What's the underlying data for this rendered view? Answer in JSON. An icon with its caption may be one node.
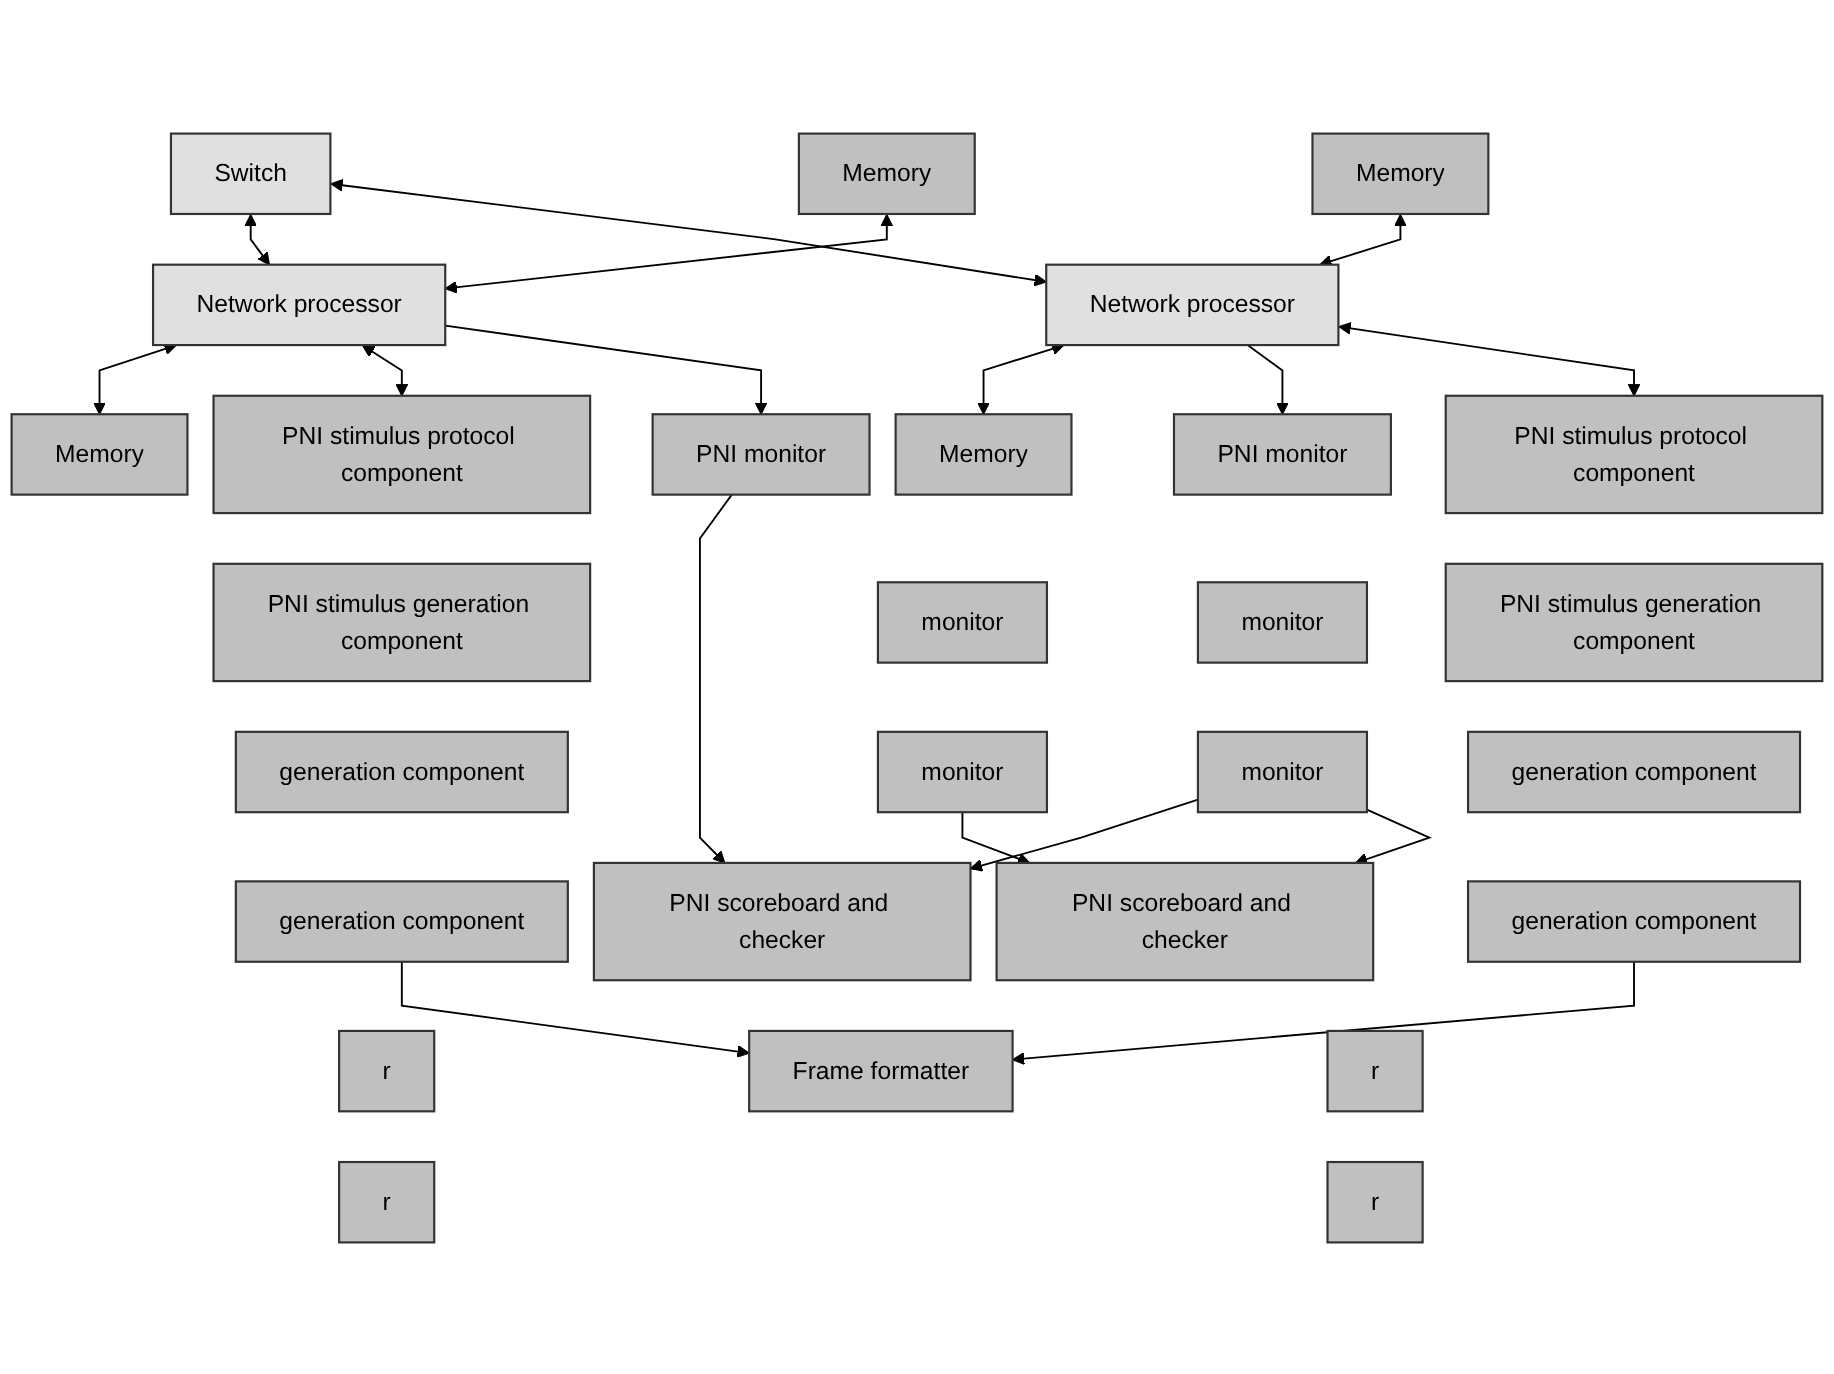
{
  "diagram": {
    "nodes": [
      {
        "text": [
          "Switch"
        ]
      },
      {
        "text": [
          "Memory"
        ]
      },
      {
        "text": [
          "Network processor"
        ]
      },
      {
        "text": [
          "Memory"
        ]
      },
      {
        "text": [
          "Memory"
        ]
      },
      {
        "text": [
          "Network processor"
        ]
      },
      {
        "text": [
          "Memory"
        ]
      },
      {
        "text": [
          "PNI monitor"
        ]
      },
      {
        "text": [
          "monitor"
        ]
      },
      {
        "text": [
          "monitor"
        ]
      },
      {
        "text": [
          "PNI monitor"
        ]
      },
      {
        "text": [
          "monitor"
        ]
      },
      {
        "text": [
          "monitor"
        ]
      },
      {
        "text": [
          "PNI stimulus protocol component"
        ]
      },
      {
        "text": [
          "PNI stimulus generation component"
        ]
      },
      {
        "text": [
          "PNI scoreboard and checker"
        ]
      },
      {
        "text": [
          "generation component"
        ]
      },
      {
        "text": [
          "r"
        ]
      },
      {
        "text": [
          "generation component"
        ]
      },
      {
        "text": [
          "r"
        ]
      },
      {
        "text": [
          "PNI stimulus protocol component"
        ]
      },
      {
        "text": [
          "PNI stimulus generation component"
        ]
      },
      {
        "text": [
          "PNI scoreboard and checker"
        ]
      },
      {
        "text": [
          "generation component"
        ]
      },
      {
        "text": [
          "r"
        ]
      },
      {
        "text": [
          "generation component"
        ]
      },
      {
        "text": [
          "r"
        ]
      },
      {
        "text": [
          "Frame formatter"
        ]
      }
    ],
    "edges": [
      {
        "from": 0,
        "to": 2,
        "arrow": "both"
      },
      {
        "from": 0,
        "to": 5,
        "arrow": "both"
      },
      {
        "from": 1,
        "to": 2,
        "arrow": "both"
      },
      {
        "from": 2,
        "to": 3,
        "arrow": "both"
      },
      {
        "from": 4,
        "to": 5,
        "arrow": "both"
      },
      {
        "from": 5,
        "to": 6,
        "arrow": "both"
      },
      {
        "from": 2,
        "to": 13,
        "arrow": "both"
      },
      {
        "from": 2,
        "to": 7,
        "arrow": "to"
      },
      {
        "from": 5,
        "to": 10,
        "arrow": "to"
      },
      {
        "from": 5,
        "to": 20,
        "arrow": "both"
      },
      {
        "from": 7,
        "to": 15,
        "arrow": "to"
      },
      {
        "from": 9,
        "to": 22,
        "arrow": "to"
      },
      {
        "from": 12,
        "to": 15,
        "arrow": "to"
      },
      {
        "from": 12,
        "to": 22,
        "arrow": "to"
      },
      {
        "from": 18,
        "to": 27,
        "arrow": "to"
      },
      {
        "from": 25,
        "to": 27,
        "arrow": "to"
      }
    ]
  }
}
